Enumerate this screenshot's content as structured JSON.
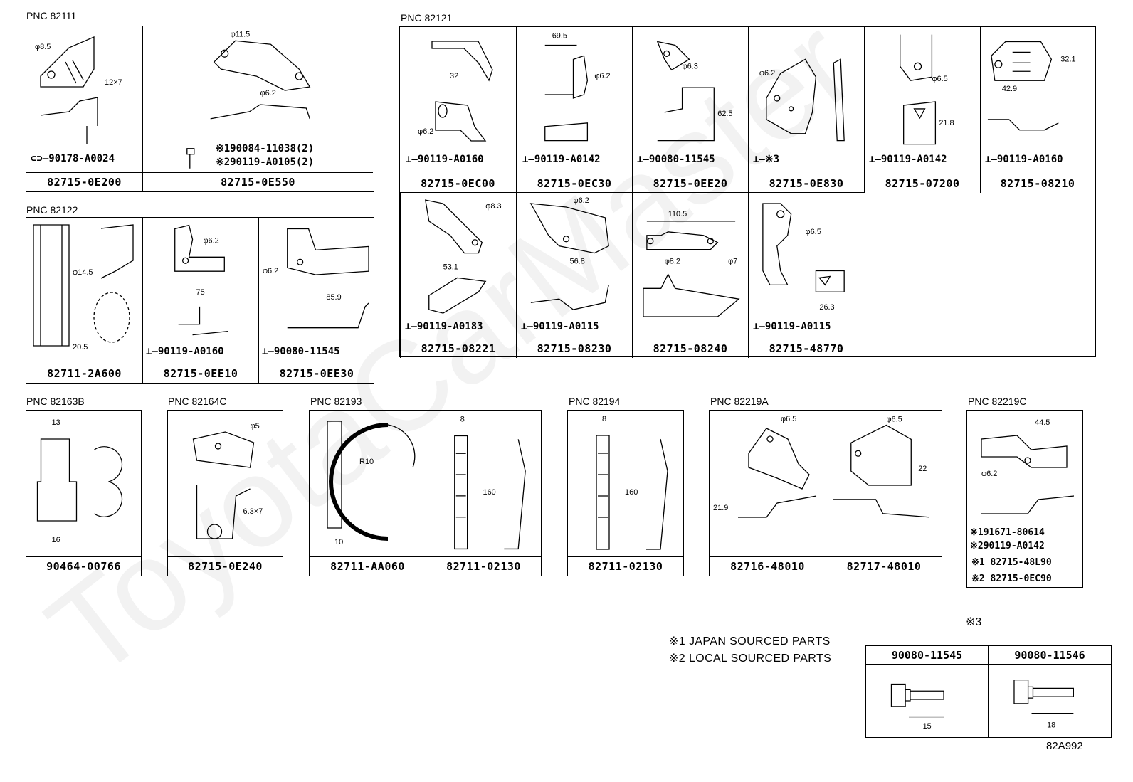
{
  "groups": [
    {
      "pnc": "PNC 82111",
      "cells": [
        {
          "part": "82715-0E200",
          "bolt": "90178-A0024",
          "dims": [
            "φ8.5",
            "12×7"
          ]
        },
        {
          "part": "82715-0E550",
          "notes": [
            "※190084-11038(2)",
            "※290119-A0105(2)"
          ],
          "dims": [
            "φ11.5",
            "φ6.2"
          ]
        }
      ]
    },
    {
      "pnc": "PNC 82121",
      "cells": [
        {
          "part": "82715-0EC00",
          "bolt": "90119-A0160",
          "dims": [
            "32",
            "φ6.2"
          ]
        },
        {
          "part": "82715-0EC30",
          "bolt": "90119-A0142",
          "dims": [
            "69.5",
            "φ6.2"
          ]
        },
        {
          "part": "82715-0EE20",
          "bolt": "90080-11545",
          "dims": [
            "φ6.3",
            "62.5"
          ]
        },
        {
          "part": "82715-0E830",
          "bolt": "※3",
          "dims": [
            "φ6.2"
          ]
        },
        {
          "part": "82715-07200",
          "bolt": "90119-A0142",
          "dims": [
            "φ6.5",
            "21.8"
          ]
        },
        {
          "part": "82715-08210",
          "bolt": "90119-A0160",
          "dims": [
            "32.1",
            "42.9"
          ]
        },
        {
          "part": "82715-08221",
          "bolt": "90119-A0183",
          "dims": [
            "φ8.3",
            "53.1"
          ]
        },
        {
          "part": "82715-08230",
          "bolt": "90119-A0115",
          "dims": [
            "φ6.2",
            "56.8"
          ]
        },
        {
          "part": "82715-08240",
          "dims": [
            "110.5",
            "φ8.2",
            "φ7"
          ]
        },
        {
          "part": "82715-48770",
          "bolt": "90119-A0115",
          "dims": [
            "φ6.5",
            "26.3"
          ]
        }
      ]
    },
    {
      "pnc": "PNC 82122",
      "cells": [
        {
          "part": "82711-2A600",
          "dims": [
            "φ14.5",
            "20.5"
          ]
        },
        {
          "part": "82715-0EE10",
          "bolt": "90119-A0160",
          "dims": [
            "φ6.2",
            "75"
          ]
        },
        {
          "part": "82715-0EE30",
          "bolt": "90080-11545",
          "dims": [
            "φ6.2",
            "85.9"
          ]
        }
      ]
    },
    {
      "pnc": "PNC 82163B",
      "cells": [
        {
          "part": "90464-00766",
          "dims": [
            "13",
            "16"
          ]
        }
      ]
    },
    {
      "pnc": "PNC 82164C",
      "cells": [
        {
          "part": "82715-0E240",
          "dims": [
            "φ5",
            "6.3×7"
          ]
        }
      ]
    },
    {
      "pnc": "PNC 82193",
      "cells": [
        {
          "part": "82711-AA060",
          "dims": [
            "R10",
            "10"
          ]
        },
        {
          "part": "82711-02130",
          "dims": [
            "8",
            "160"
          ]
        }
      ]
    },
    {
      "pnc": "PNC 82194",
      "cells": [
        {
          "part": "82711-02130",
          "dims": [
            "8",
            "160"
          ]
        }
      ]
    },
    {
      "pnc": "PNC 82219A",
      "cells": [
        {
          "part": "82716-48010",
          "dims": [
            "φ6.5",
            "21.9"
          ]
        },
        {
          "part": "82717-48010",
          "dims": [
            "φ6.5",
            "22"
          ]
        }
      ]
    },
    {
      "pnc": "PNC 82219C",
      "cells": [
        {
          "notes": [
            "※191671-80614",
            "※290119-A0142"
          ],
          "parts": [
            "※1 82715-48L90",
            "※2 82715-0EC90"
          ],
          "dims": [
            "44.5",
            "φ6.2"
          ]
        }
      ]
    }
  ],
  "legend": [
    "※1 JAPAN SOURCED PARTS",
    "※2 LOCAL SOURCED PARTS"
  ],
  "note3": {
    "mark": "※3",
    "items": [
      {
        "part": "90080-11545",
        "dim": "15"
      },
      {
        "part": "90080-11546",
        "dim": "18"
      }
    ]
  },
  "diagram_code": "82A992",
  "watermark": "ToyotaCarMaster"
}
